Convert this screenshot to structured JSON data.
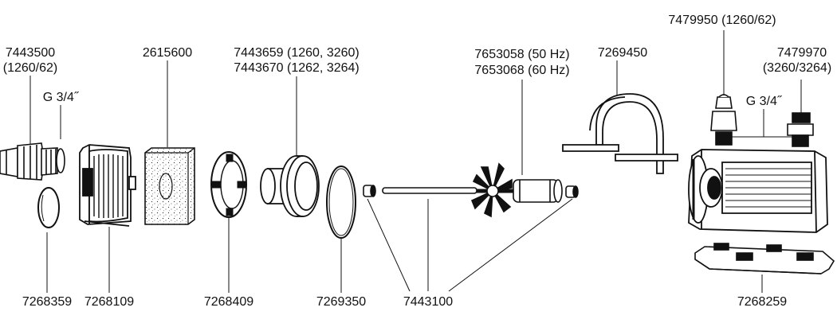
{
  "labels": {
    "hose_connector": [
      "7443500",
      "(1260/62)"
    ],
    "thread_left": "G 3/4˝",
    "filter_housing_top": "2615600",
    "impeller_cover": [
      "7443659 (1260, 3260)",
      "7443670 (1262, 3264)"
    ],
    "impeller": [
      "7653058 (50 Hz)",
      "7653068 (60 Hz)"
    ],
    "clamp": "7269450",
    "hose_nozzle": "7479950 (1260/62)",
    "threaded_nipple": [
      "7479970",
      "(3260/3264)"
    ],
    "thread_right": "G 3/4˝",
    "cap": "7268359",
    "prefilter": "7268109",
    "bayonet_ring": "7268409",
    "o_ring": "7269350",
    "bearing_set": "7443100",
    "base_plate": "7268259"
  },
  "colors": {
    "ink": "#111111",
    "paper": "#ffffff"
  }
}
